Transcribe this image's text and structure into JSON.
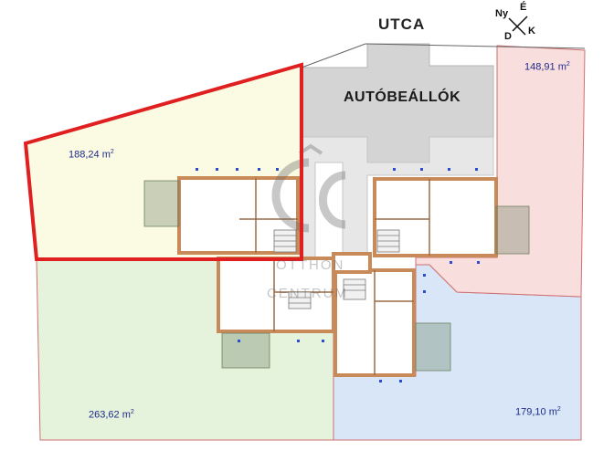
{
  "street": "UTCA",
  "parking": "AUTÓBEÁLLÓK",
  "compass": {
    "north": "É",
    "west": "Ny",
    "east": "K",
    "south": "D"
  },
  "plots": [
    {
      "id": "yellow",
      "area": "188,24",
      "unit": "m",
      "unit_exp": "2",
      "fill": "#fbfbe3",
      "stroke": "#e03030",
      "highlighted": true
    },
    {
      "id": "pink",
      "area": "148,91",
      "unit": "m",
      "unit_exp": "2",
      "fill": "#f9dede",
      "stroke": "#d06060"
    },
    {
      "id": "green",
      "area": "263,62",
      "unit": "m",
      "unit_exp": "2",
      "fill": "#e5f2dc",
      "stroke": "#d06060"
    },
    {
      "id": "blue",
      "area": "179,10",
      "unit": "m",
      "unit_exp": "2",
      "fill": "#d8e6f7",
      "stroke": "#d06060"
    }
  ],
  "watermark": {
    "line1": "OTTHON",
    "line2": "CENTRUM"
  },
  "colors": {
    "wall": "#c98a5a",
    "parking": "#d4d4d4",
    "highlight": "#e02020"
  }
}
